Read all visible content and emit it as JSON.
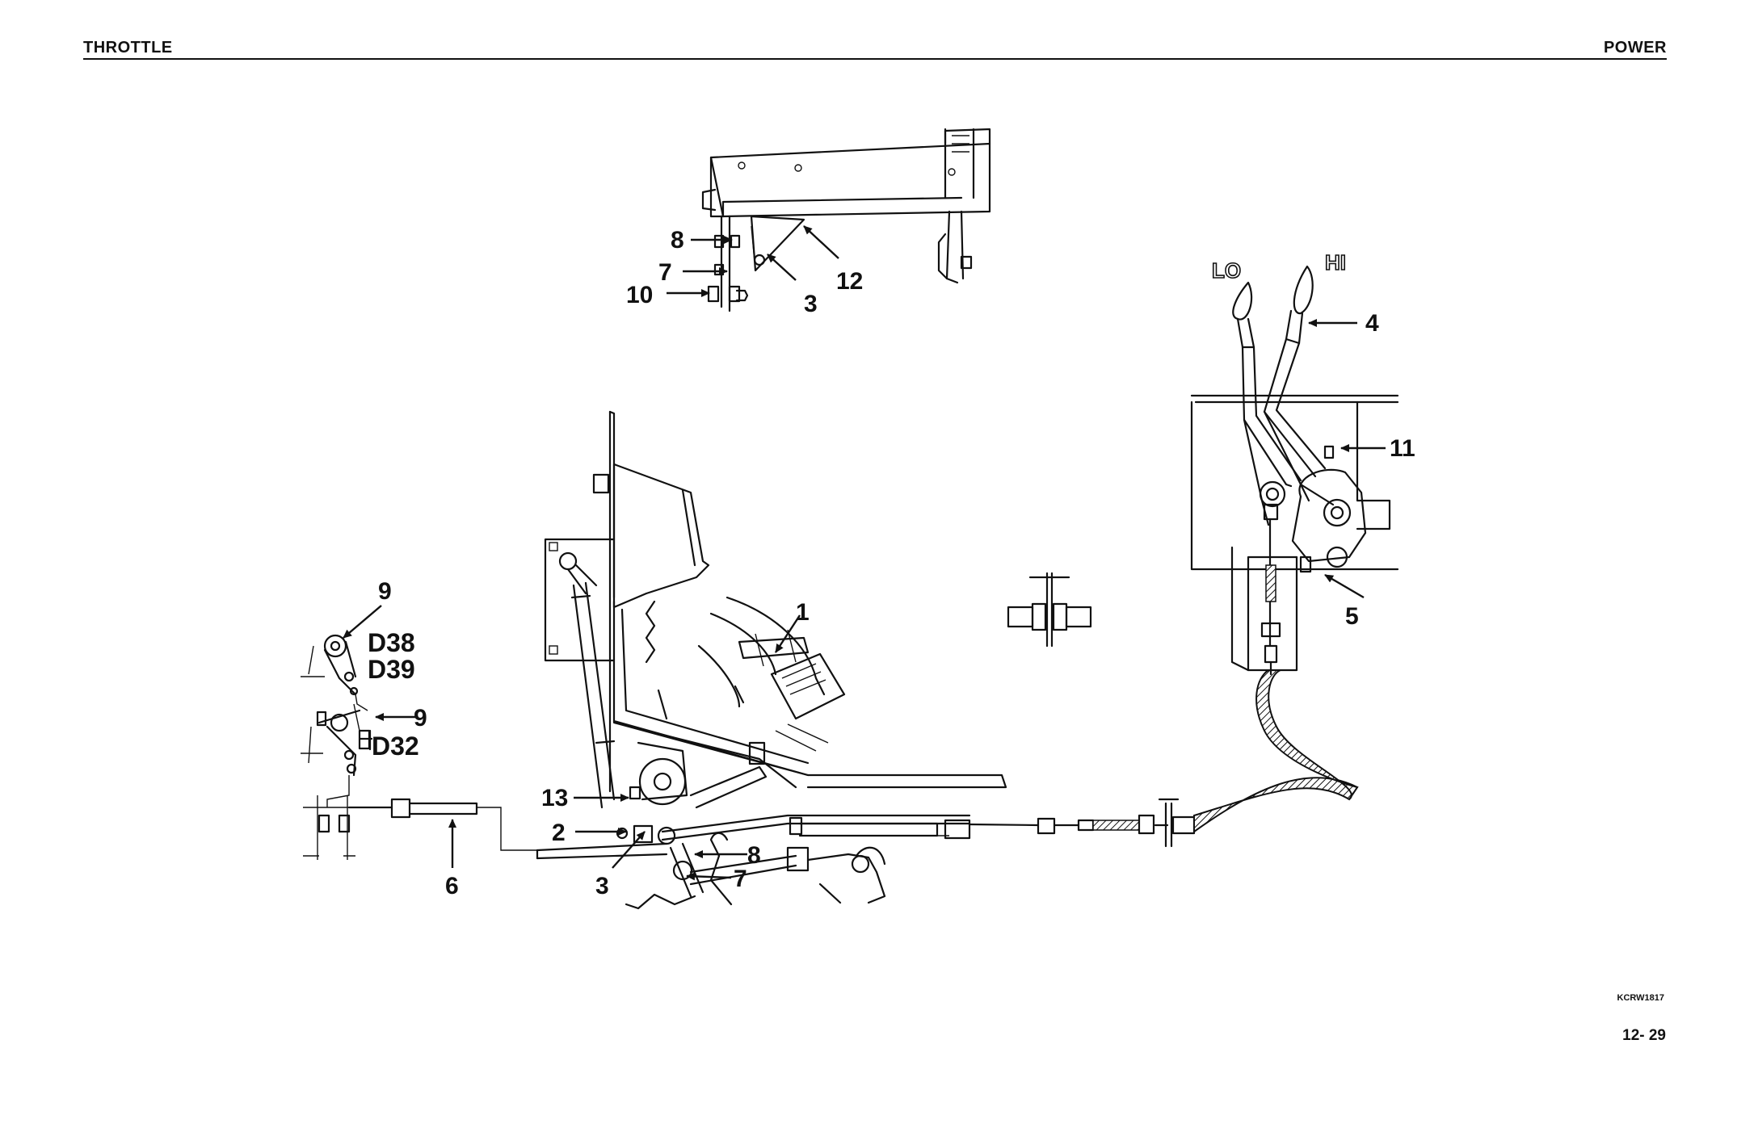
{
  "header": {
    "section": "THROTTLE",
    "chapter": "POWER"
  },
  "footer": {
    "figure_code": "KCRW1817",
    "page_number": "12- 29"
  },
  "lever_positions": {
    "low": "LO",
    "high": "HI"
  },
  "callouts": {
    "c1": "1",
    "c2": "2",
    "c3_top": "3",
    "c3_bottom": "3",
    "c4": "4",
    "c5": "5",
    "c6": "6",
    "c7_top": "7",
    "c7_bottom": "7",
    "c8_top": "8",
    "c8_bottom": "8",
    "c9_top": "9",
    "c9_mid": "9",
    "c10": "10",
    "c11": "11",
    "c12": "12",
    "c13": "13"
  },
  "model_tags": {
    "d38": "D38",
    "d39": "D39",
    "d32": "D32"
  }
}
